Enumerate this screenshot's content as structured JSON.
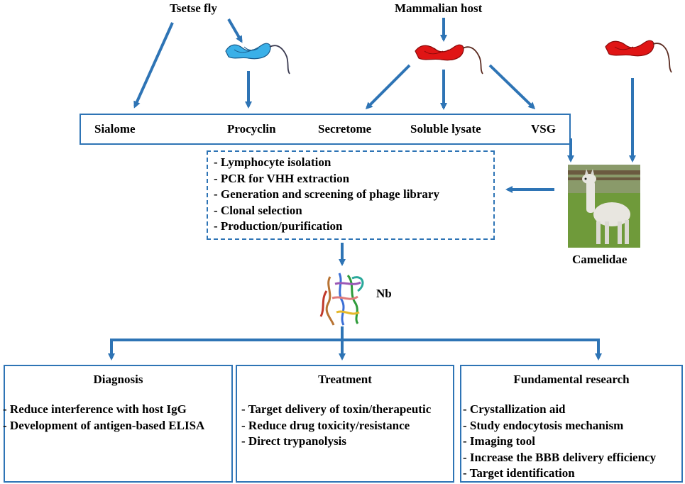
{
  "sources": {
    "tsetse_fly": "Tsetse fly",
    "mammalian_host": "Mammalian host"
  },
  "antigens": [
    "Sialome",
    "Procyclin",
    "Secretome",
    "Soluble lysate",
    "VSG"
  ],
  "process_steps": [
    "Lymphocyte isolation",
    "PCR for VHH extraction",
    "Generation and screening of phage library",
    "Clonal selection",
    "Production/purification"
  ],
  "camelidae_label": "Camelidae",
  "nb_label": "Nb",
  "applications": [
    {
      "title": "Diagnosis",
      "items": [
        "Reduce interference with host IgG",
        "Development of antigen-based ELISA"
      ]
    },
    {
      "title": "Treatment",
      "items": [
        "Target delivery of toxin/therapeutic",
        "Reduce drug toxicity/resistance",
        "Direct trypanolysis"
      ]
    },
    {
      "title": "Fundamental research",
      "items": [
        "Crystallization aid",
        "Study endocytosis mechanism",
        "Imaging tool",
        "Increase the BBB delivery efficiency",
        "Target identification"
      ]
    }
  ],
  "colors": {
    "arrow_blue": "#2e74b5",
    "procyclic_parasite": "#3ab0e8",
    "bloodstream_parasite": "#e01515"
  }
}
